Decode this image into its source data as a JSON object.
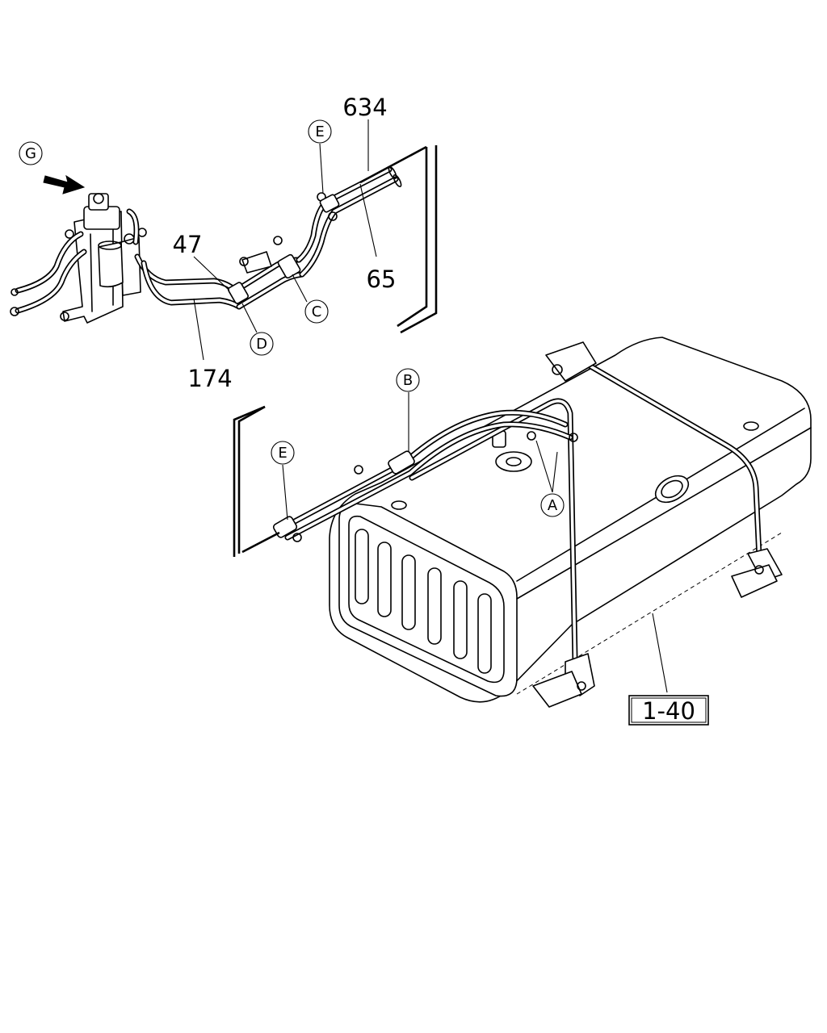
{
  "part_numbers": {
    "p634": "634",
    "p65": "65",
    "p47": "47",
    "p174": "174",
    "ref": "1-40"
  },
  "callouts": {
    "g": "G",
    "e_top": "E",
    "c": "C",
    "d": "D",
    "b": "B",
    "e_bottom": "E",
    "a": "A"
  },
  "icons": {
    "view_arrow": "arrow-right-icon"
  },
  "colors": {
    "line": "#000000",
    "background": "#ffffff"
  }
}
